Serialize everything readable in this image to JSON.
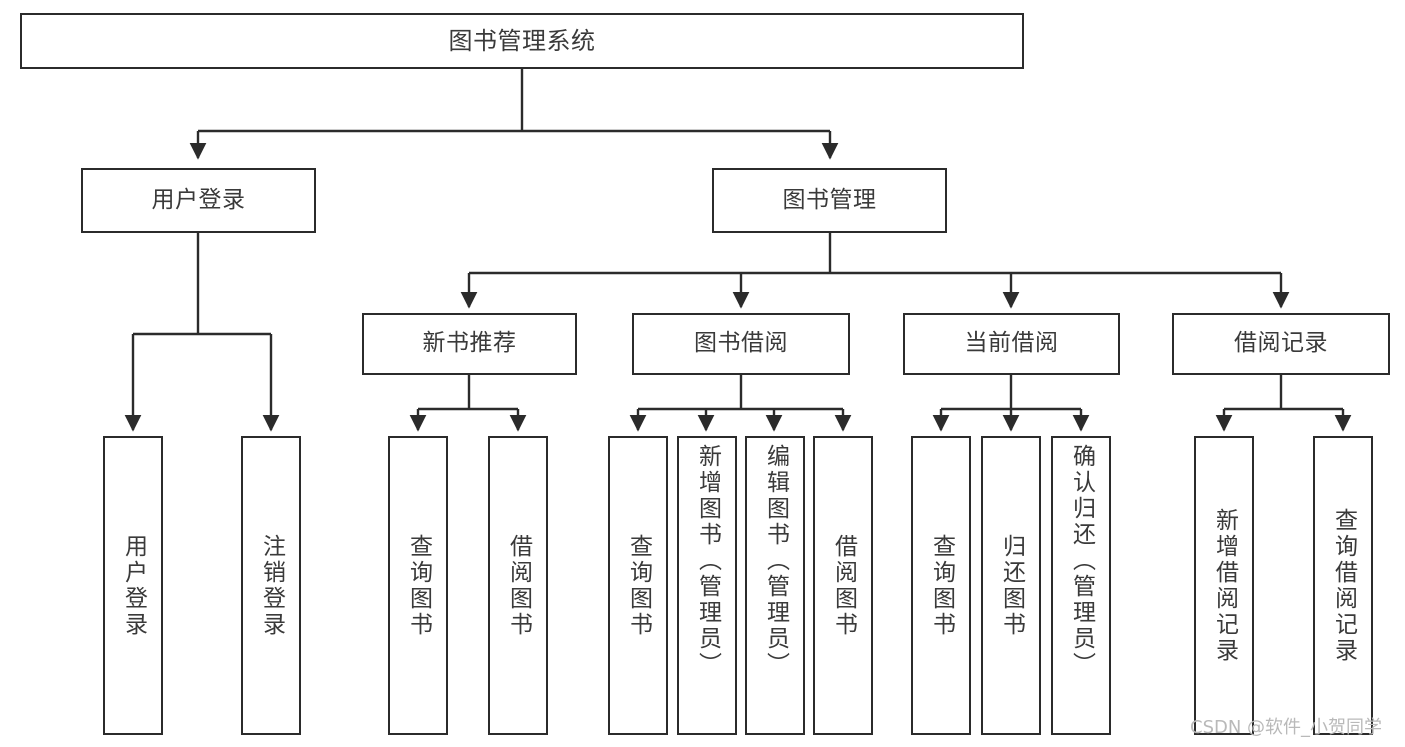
{
  "diagram": {
    "title": "图书管理系统",
    "type": "tree-hierarchy-chart",
    "stroke_color": "#2b2b2b",
    "text_color": "#3a3a3a",
    "background_color": "#ffffff"
  },
  "nodes": {
    "root": {
      "label": "图书管理系统"
    },
    "level2": [
      {
        "id": "user-login",
        "label": "用户登录"
      },
      {
        "id": "book-manage",
        "label": "图书管理"
      }
    ],
    "level3": [
      {
        "id": "new-book-recommend",
        "label": "新书推荐"
      },
      {
        "id": "book-borrow",
        "label": "图书借阅"
      },
      {
        "id": "current-borrow",
        "label": "当前借阅"
      },
      {
        "id": "borrow-record",
        "label": "借阅记录"
      }
    ],
    "leaves": [
      {
        "id": "leaf-user-login",
        "label": "用户登录",
        "parent": "user-login"
      },
      {
        "id": "leaf-user-logout",
        "label": "注销登录",
        "parent": "user-login"
      },
      {
        "id": "leaf-query-book-1",
        "label": "查询图书",
        "parent": "new-book-recommend"
      },
      {
        "id": "leaf-borrow-book-1",
        "label": "借阅图书",
        "parent": "new-book-recommend"
      },
      {
        "id": "leaf-query-book-2",
        "label": "查询图书",
        "parent": "book-borrow"
      },
      {
        "id": "leaf-add-book",
        "label": "新增图书（管理员）",
        "parent": "book-borrow"
      },
      {
        "id": "leaf-edit-book",
        "label": "编辑图书（管理员）",
        "parent": "book-borrow"
      },
      {
        "id": "leaf-borrow-book-2",
        "label": "借阅图书",
        "parent": "book-borrow"
      },
      {
        "id": "leaf-query-book-3",
        "label": "查询图书",
        "parent": "current-borrow"
      },
      {
        "id": "leaf-return-book",
        "label": "归还图书",
        "parent": "current-borrow"
      },
      {
        "id": "leaf-confirm-return",
        "label": "确认归还（管理员）",
        "parent": "current-borrow"
      },
      {
        "id": "leaf-add-record",
        "label": "新增借阅记录",
        "parent": "borrow-record"
      },
      {
        "id": "leaf-query-record",
        "label": "查询借阅记录",
        "parent": "borrow-record"
      }
    ]
  },
  "watermark": {
    "text": "CSDN @软件_小贺同学"
  }
}
